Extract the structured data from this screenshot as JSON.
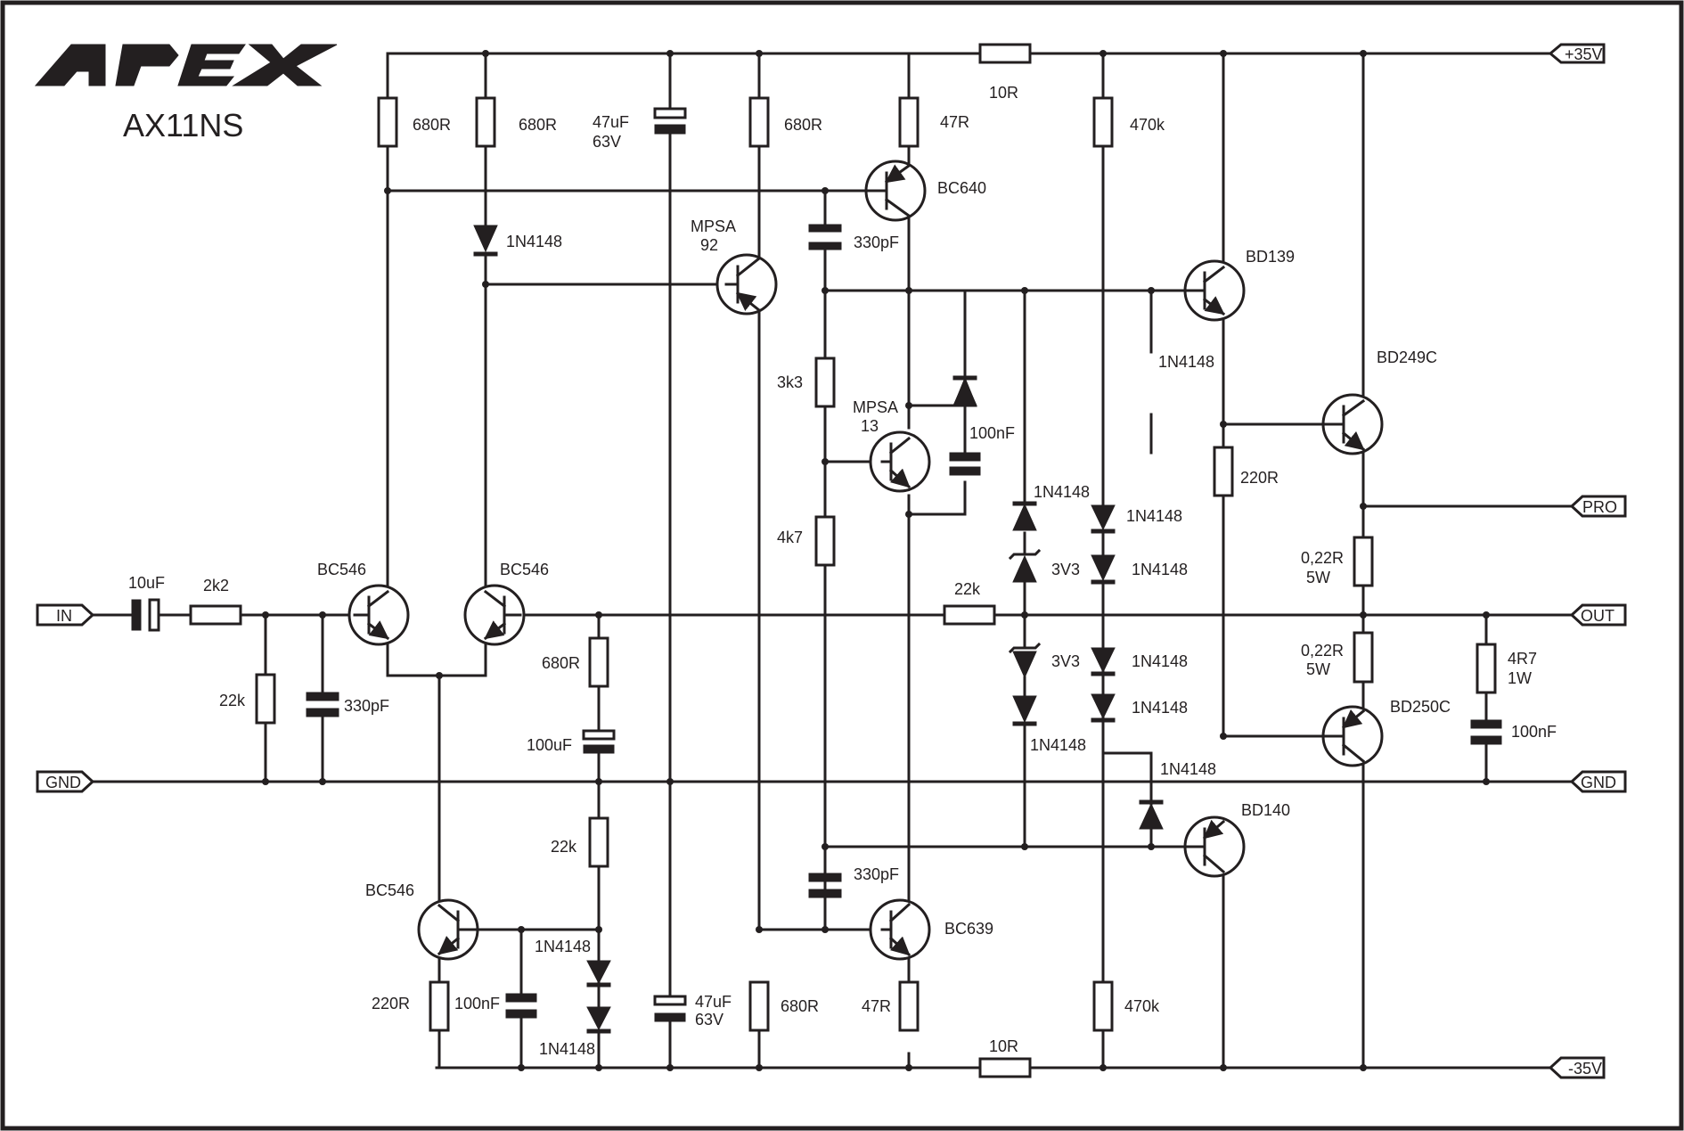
{
  "title": {
    "brand": "APEX",
    "model": "AX11NS"
  },
  "ports": {
    "vpos": "+35V",
    "vneg": "-35V",
    "pro": "PRO",
    "out": "OUT",
    "in": "IN",
    "gnd_left": "GND",
    "gnd_right": "GND"
  },
  "components": {
    "r_top1": "680R",
    "r_top2": "680R",
    "c_top": "47uF",
    "c_top_v": "63V",
    "r_top3": "680R",
    "r_47_top": "47R",
    "r_10_top": "10R",
    "r_470k_top": "470k",
    "q_bc640": "BC640",
    "d_1n_upper": "1N4148",
    "q_mpsa92_a": "MPSA",
    "q_mpsa92_b": "92",
    "c_330_top": "330pF",
    "q_bd139": "BD139",
    "d_1n_bd139": "1N4148",
    "r_3k3": "3k3",
    "q_mpsa13_a": "MPSA",
    "q_mpsa13_b": "13",
    "c_100n_mid": "100nF",
    "q_bd249c": "BD249C",
    "r_220_right": "220R",
    "r_4k7": "4k7",
    "d_1n_z1": "1N4148",
    "z_3v3_1": "3V3",
    "d_1n_s1": "1N4148",
    "d_1n_s2": "1N4148",
    "r_022_top": "0,22R",
    "r_022_top_w": "5W",
    "c_in": "10uF",
    "r_2k2": "2k2",
    "q_bc546_l": "BC546",
    "q_bc546_r": "BC546",
    "r_22k_fb": "22k",
    "r_022_bot": "0,22R",
    "r_022_bot_w": "5W",
    "r_4r7": "4R7",
    "r_4r7_w": "1W",
    "z_3v3_2": "3V3",
    "d_1n_s3": "1N4148",
    "d_1n_s4": "1N4148",
    "r_680_fb": "680R",
    "r_22k_in": "22k",
    "c_330_in": "330pF",
    "q_bd250c": "BD250C",
    "c_100n_zobel": "100nF",
    "c_100u": "100uF",
    "d_1n_z2": "1N4148",
    "d_1n_bd140": "1N4148",
    "q_bd140": "BD140",
    "r_22k_low": "22k",
    "c_330_bot": "330pF",
    "q_bc546_bot": "BC546",
    "d_1n_low1": "1N4148",
    "q_bc639": "BC639",
    "r_220_bot": "220R",
    "c_100n_bot": "100nF",
    "c_bot": "47uF",
    "c_bot_v": "63V",
    "r_680_bot": "680R",
    "r_47_bot": "47R",
    "r_470k_bot": "470k",
    "d_1n_low2": "1N4148",
    "r_10_bot": "10R"
  }
}
